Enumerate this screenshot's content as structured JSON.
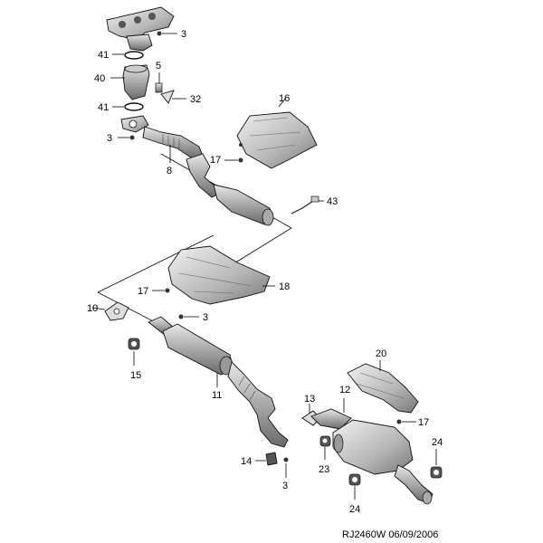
{
  "diagram": {
    "labels": {
      "p3a": "3",
      "p41a": "41",
      "p40": "40",
      "p5": "5",
      "p32": "32",
      "p41b": "41",
      "p3b": "3",
      "p8": "8",
      "p16": "16",
      "p17a": "17",
      "p43": "43",
      "p18": "18",
      "p17b": "17",
      "p10": "10",
      "p3c": "3",
      "p15": "15",
      "p11": "11",
      "p20": "20",
      "p13": "13",
      "p12": "12",
      "p17c": "17",
      "p24a": "24",
      "p14": "14",
      "p23": "23",
      "p3d": "3",
      "p24b": "24"
    },
    "footer": "RJ2460W  06/09/2006"
  }
}
